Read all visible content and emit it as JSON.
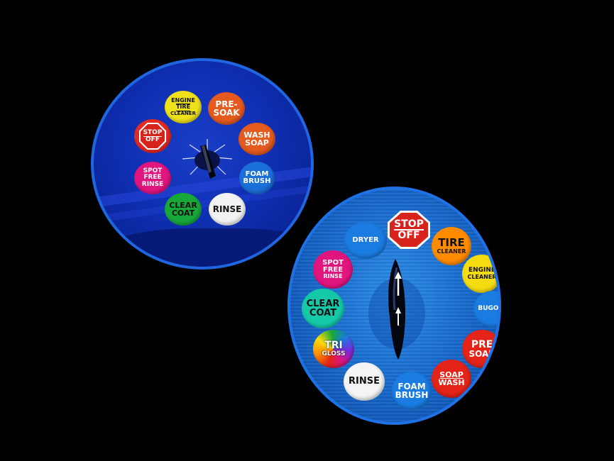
{
  "left_dial": {
    "buttons": {
      "engine": [
        "ENGINE",
        "TIRE",
        "CLEANER"
      ],
      "presoak": [
        "PRE-",
        "SOAK"
      ],
      "washsoap": [
        "WASH",
        "SOAP"
      ],
      "foambrush": [
        "FOAM",
        "BRUSH"
      ],
      "rinse": [
        "RINSE"
      ],
      "clearcoat": [
        "CLEAR",
        "COAT"
      ],
      "spotfree": [
        "SPOT",
        "FREE",
        "RINSE"
      ],
      "stop": [
        "STOP",
        "OFF"
      ]
    },
    "colors": {
      "bezel": "#1f66e0",
      "face": "#0f2fb2"
    }
  },
  "right_dial": {
    "buttons": {
      "stop": [
        "STOP",
        "OFF"
      ],
      "tire": [
        "TIRE",
        "CLEANER"
      ],
      "engine": [
        "ENGINE",
        "CLEANER"
      ],
      "bugoff": [
        "BUGOFF"
      ],
      "presoak": [
        "PRE",
        "SOAK"
      ],
      "soapwash": [
        "SOAP",
        "WASH"
      ],
      "foambrush": [
        "FOAM",
        "BRUSH"
      ],
      "rinse": [
        "RINSE"
      ],
      "trigloss": [
        "TRI",
        "GLOSS"
      ],
      "clearcoat": [
        "CLEAR",
        "COAT"
      ],
      "spotfree": [
        "SPOT",
        "FREE",
        "RINSE"
      ],
      "dryer": [
        "DRYER"
      ]
    },
    "colors": {
      "bezel": "#1f72e6",
      "face": "#1a6ed2"
    }
  }
}
